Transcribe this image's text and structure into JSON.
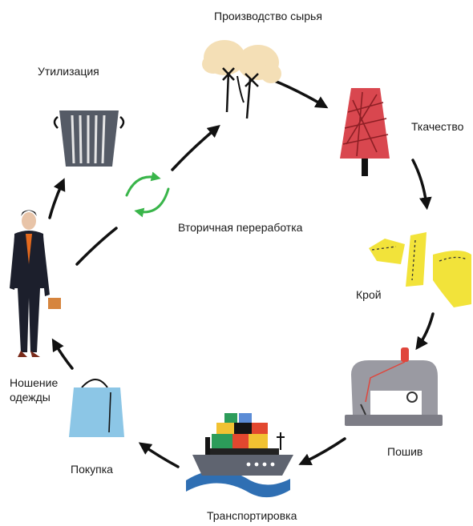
{
  "stages": {
    "raw_material": "Производство сырья",
    "weaving": "Ткачество",
    "cutting": "Крой",
    "sewing": "Пошив",
    "transport": "Транспортировка",
    "purchase": "Покупка",
    "wearing_line1": "Ношение",
    "wearing_line2": "одежды",
    "disposal": "Утилизация",
    "recycling": "Вторичная переработка"
  },
  "icons": {
    "raw_material": "cotton-plant-icon",
    "weaving": "thread-spool-icon",
    "cutting": "fabric-pattern-pieces-icon",
    "sewing": "sewing-machine-icon",
    "transport": "cargo-ship-icon",
    "purchase": "shopping-bag-icon",
    "wearing": "man-in-suit-icon",
    "disposal": "trash-bin-icon",
    "recycling": "recycle-arrows-icon"
  },
  "colors": {
    "spool": "#d9474f",
    "pattern": "#f2e33a",
    "bag": "#8cc6e6",
    "recycle": "#39b54a",
    "machine": "#9a9aa2",
    "sea": "#2f6fb3",
    "arrow": "#111111"
  }
}
